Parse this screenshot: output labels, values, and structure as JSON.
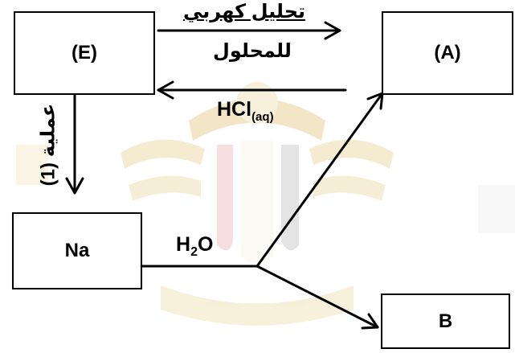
{
  "boxes": {
    "E": "(E)",
    "A": "(A)",
    "Na": "Na",
    "B": "B"
  },
  "labels": {
    "electrolysis_line1": "تحليل كهربي",
    "electrolysis_line2": "للمحلول",
    "hcl_main": "HCl",
    "hcl_sub": "(aq)",
    "process": "عملية (1)",
    "water_h": "H",
    "water_sub": "2",
    "water_o": "O"
  },
  "colors": {
    "line": "#000000",
    "watermark_gold": "#e9d29a",
    "flag_red": "#f2c4c8",
    "flag_gray": "#c9c9c9"
  }
}
